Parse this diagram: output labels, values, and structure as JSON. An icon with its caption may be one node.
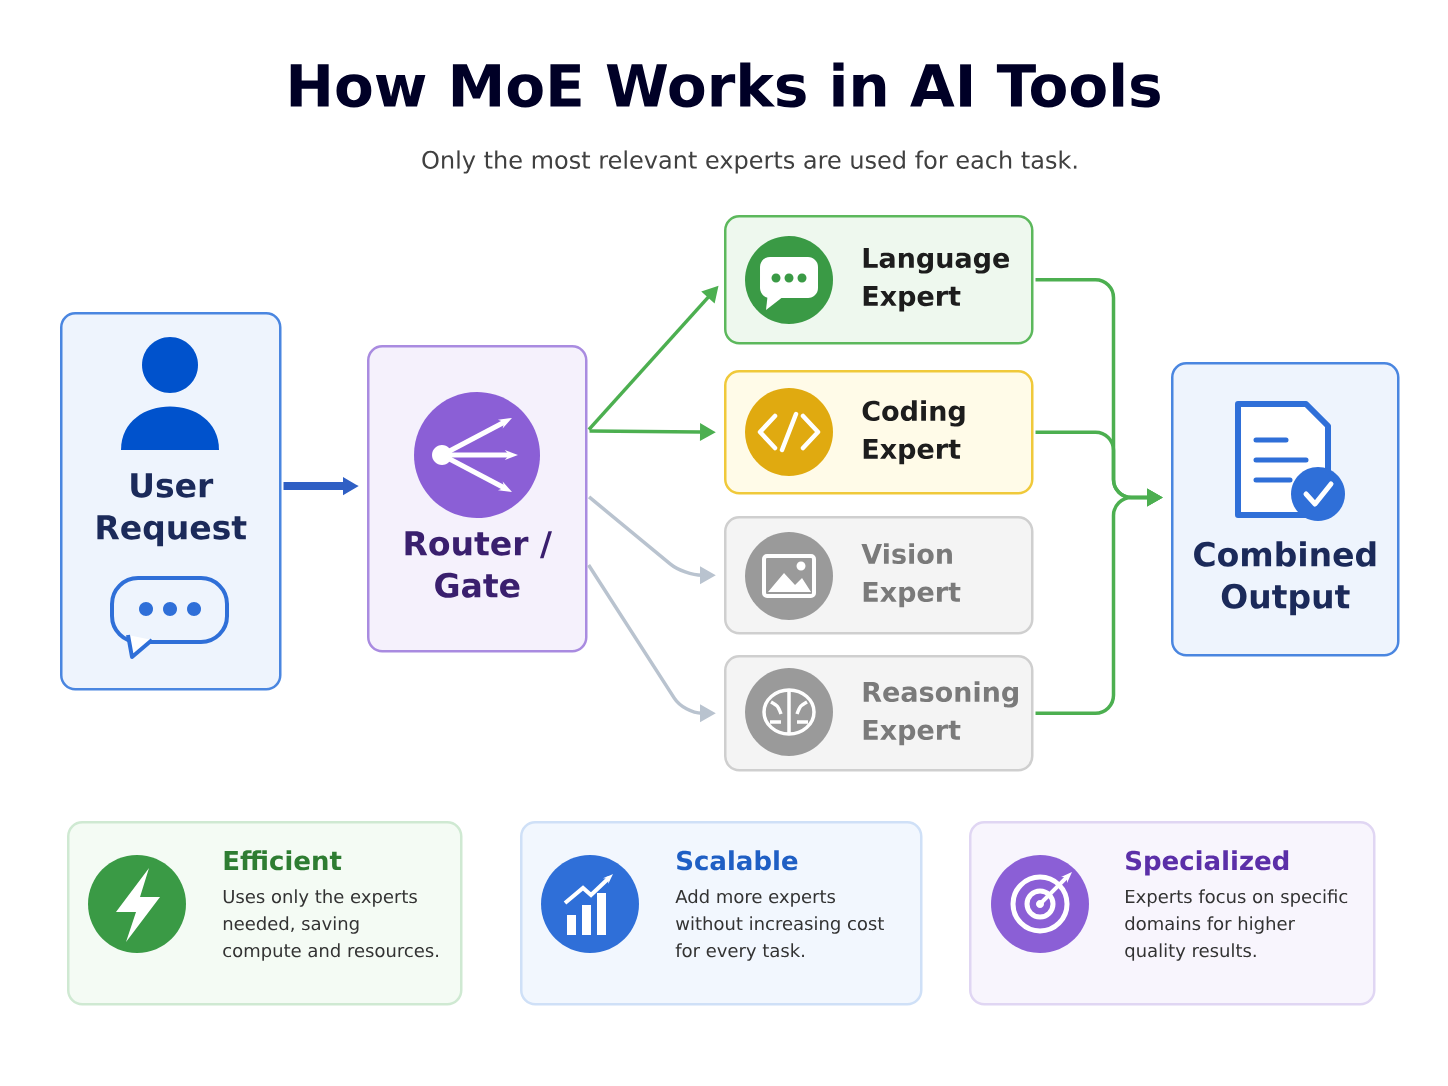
{
  "diagram": {
    "title": "How MoE Works in AI Tools",
    "nodes": [
      {
        "text": [
          "User Request"
        ]
      },
      {
        "text": [
          "Router / Gate"
        ]
      },
      {
        "text": [
          "Language Expert"
        ]
      },
      {
        "text": [
          "Coding Expert"
        ]
      },
      {
        "text": [
          "Vision Expert"
        ]
      },
      {
        "text": [
          "Reasoning Expert"
        ]
      },
      {
        "text": [
          "Combined Output"
        ]
      },
      {
        "text": [
          "Efficient",
          "Uses only the experts needed, saving compute and resources."
        ]
      },
      {
        "text": [
          "Scalable",
          "Add more experts without increasing cost for every task."
        ]
      },
      {
        "text": [
          "Specialized",
          "Experts focus on specific domains for higher quality results."
        ]
      }
    ],
    "edges": [
      {
        "from": 0,
        "to": 1,
        "arrow": "to",
        "style": "thick",
        "color": "#2f5fc4"
      },
      {
        "from": 1,
        "to": 2,
        "arrow": "to"
      },
      {
        "from": 1,
        "to": 3,
        "arrow": "to"
      },
      {
        "from": 1,
        "to": 4,
        "arrow": "to",
        "color": "#b9c3cf"
      },
      {
        "from": 1,
        "to": 5,
        "arrow": "to",
        "color": "#b9c3cf"
      },
      {
        "from": 2,
        "to": 6,
        "arrow": "to"
      },
      {
        "from": 3,
        "to": 6,
        "arrow": "to"
      },
      {
        "from": 5,
        "to": 6,
        "arrow": "to"
      }
    ],
    "labels": [
      "Only the most relevant experts are used for each task."
    ]
  }
}
